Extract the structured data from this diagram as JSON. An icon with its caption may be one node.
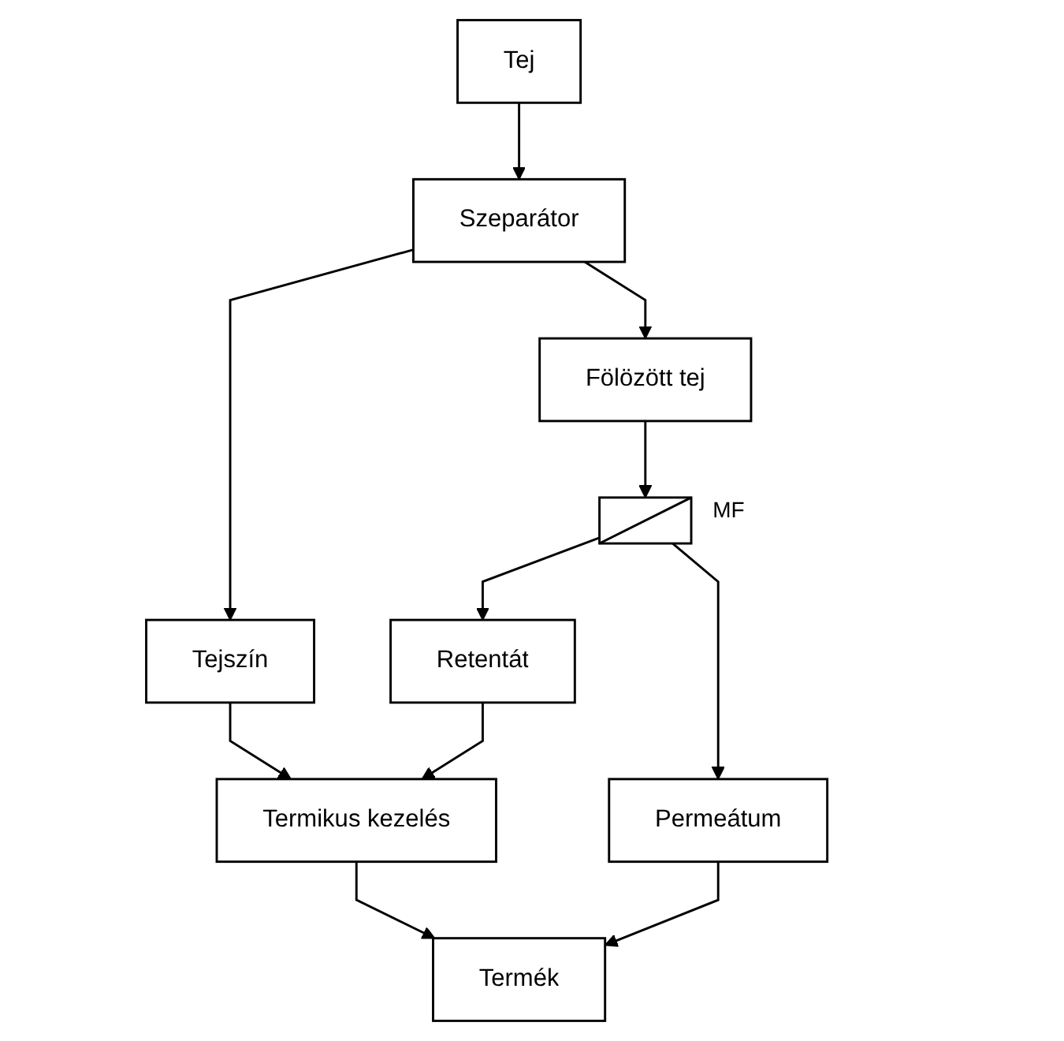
{
  "diagram": {
    "nodes": [
      {
        "text": [
          "Tej"
        ]
      },
      {
        "text": [
          "Szeparátor"
        ]
      },
      {
        "text": [
          "Tejszín"
        ]
      },
      {
        "text": [
          "Fölözött tej"
        ]
      },
      {
        "text": [],
        "shape": "box",
        "beside": [
          "MF"
        ]
      },
      {
        "text": [
          "Retentát"
        ]
      },
      {
        "text": [
          "Permeátum"
        ]
      },
      {
        "text": [
          "Termikus kezelés"
        ]
      },
      {
        "text": [
          "Termék"
        ]
      }
    ],
    "edges": [
      {
        "from": 0,
        "to": 1,
        "arrow": "to"
      },
      {
        "from": 1,
        "to": 2,
        "arrow": "to"
      },
      {
        "from": 1,
        "to": 3,
        "arrow": "to"
      },
      {
        "from": 3,
        "to": 4,
        "arrow": "to"
      },
      {
        "from": 4,
        "to": 5,
        "arrow": "to"
      },
      {
        "from": 2,
        "to": 7,
        "arrow": "to"
      },
      {
        "from": 5,
        "to": 7,
        "arrow": "to"
      },
      {
        "from": 4,
        "to": 6,
        "arrow": "to"
      },
      {
        "from": 6,
        "to": 8,
        "arrow": "to"
      },
      {
        "from": 7,
        "to": 8,
        "arrow": "to"
      }
    ]
  }
}
